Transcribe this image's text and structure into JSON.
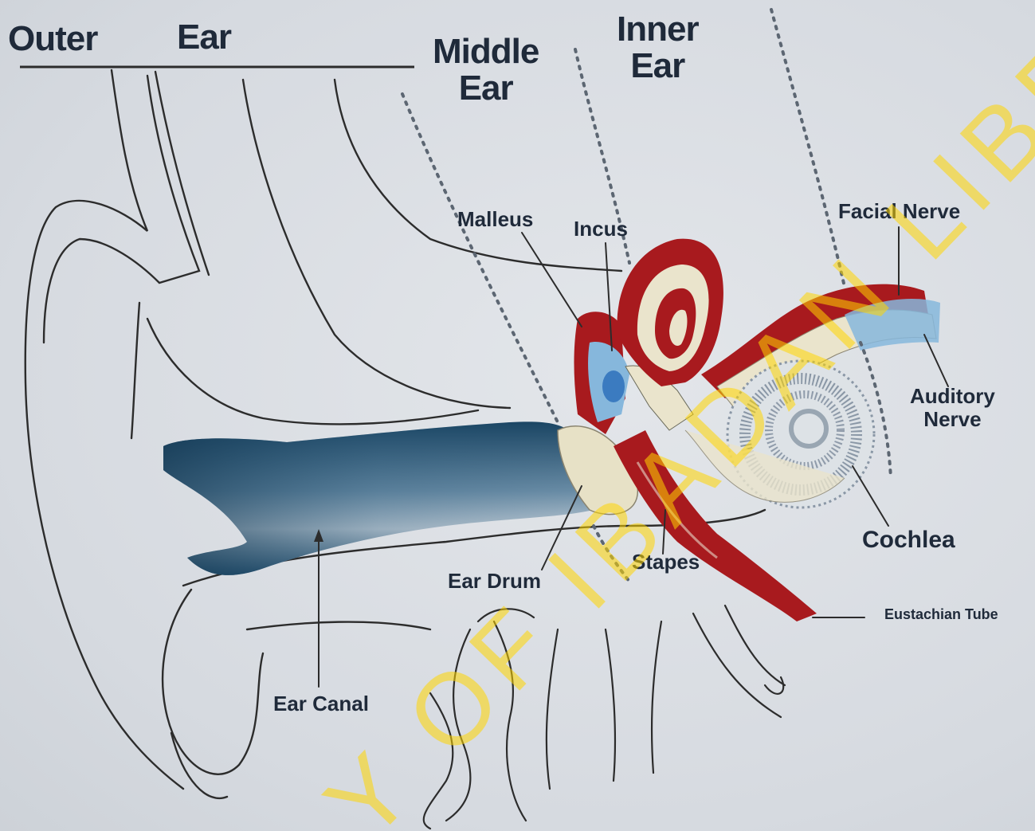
{
  "labels": {
    "outer": "Outer",
    "ear": "Ear",
    "middle_ear": "Middle\nEar",
    "inner_ear": "Inner\nEar",
    "malleus": "Malleus",
    "incus": "Incus",
    "facial_nerve": "Facial Nerve",
    "auditory_nerve": "Auditory\nNerve",
    "cochlea": "Cochlea",
    "stapes": "Stapes",
    "ear_drum": "Ear Drum",
    "ear_canal": "Ear Canal",
    "eustachian_tube": "Eustachian Tube"
  },
  "watermark": "Y OF IBADAN LIBRARY",
  "colors": {
    "outline": "#2c2c2c",
    "canal": "#163d5a",
    "red": "#a81a1e",
    "blue": "#86b7dc",
    "cream": "#eae4cc",
    "label": "#1f2a3a",
    "watermark": "#ffd600"
  }
}
